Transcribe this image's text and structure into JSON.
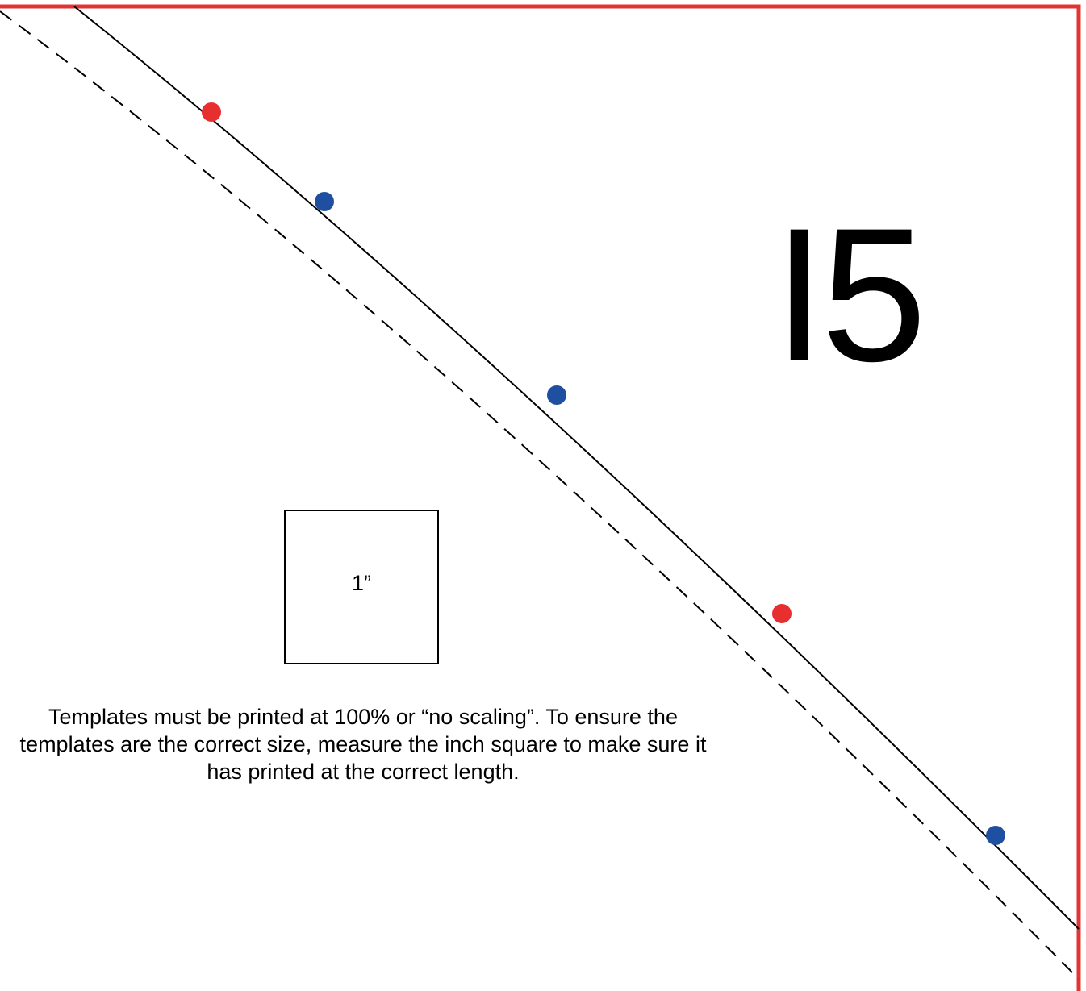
{
  "template": {
    "piece_label": "I5",
    "inch_square_label": "1”",
    "instructions": "Templates must be printed at 100% or “no scaling”.  To ensure the templates are the correct size, measure the inch square to make sure it has printed at the correct length."
  },
  "colors": {
    "border": "#e23434",
    "seam_line": "#000000",
    "cut_line": "#000000",
    "red_dot": "#e82f2f",
    "blue_dot": "#1f4fa0",
    "text": "#000000"
  },
  "markers": {
    "red_dot_count": 2,
    "blue_dot_count": 3
  }
}
